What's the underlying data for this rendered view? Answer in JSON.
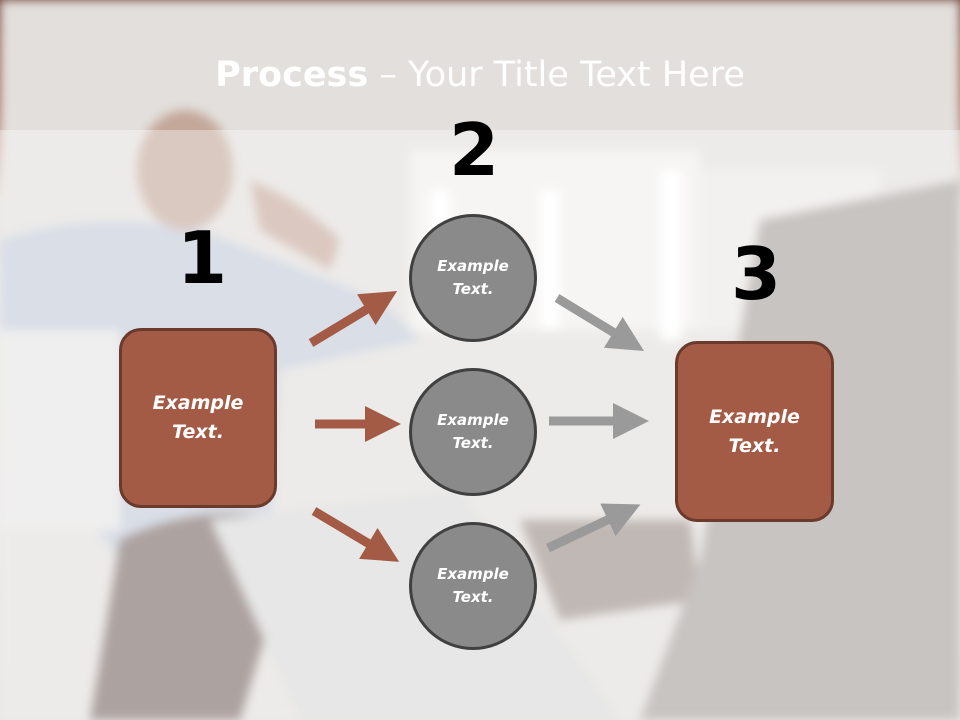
{
  "slide": {
    "title_bold": "Process",
    "title_rest": " – Your Title Text Here"
  },
  "steps": {
    "one": "1",
    "two": "2",
    "three": "3"
  },
  "left_box": {
    "text": "Example\nText."
  },
  "right_box": {
    "text": "Example\nText."
  },
  "circles": [
    {
      "text": "Example\nText."
    },
    {
      "text": "Example\nText."
    },
    {
      "text": "Example\nText."
    }
  ],
  "colors": {
    "box_fill": "#a35b46",
    "box_border": "#6a3a2c",
    "circle_fill": "#8a8a8a",
    "circle_border": "#404040",
    "arrow_brown": "#a35b46",
    "arrow_gray": "#9a9a9a",
    "header": "#8d5846"
  }
}
